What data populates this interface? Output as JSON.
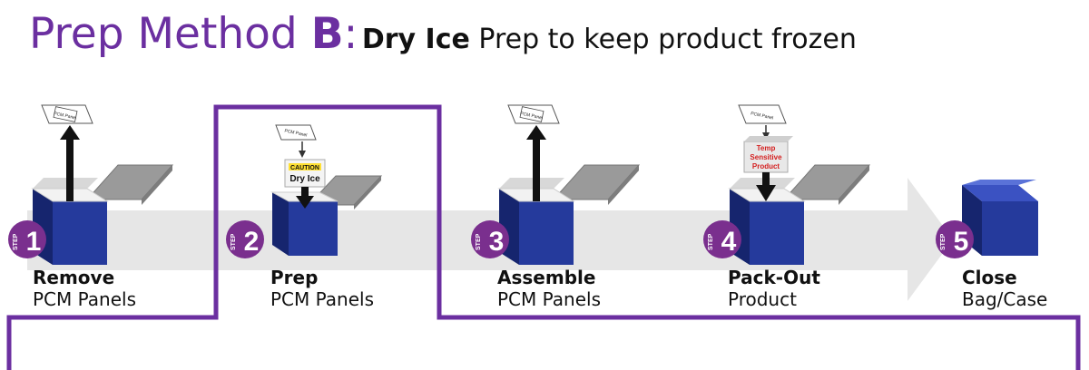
{
  "title": {
    "prefix": "Prep Method ",
    "letter": "B",
    "colon": ":",
    "bold": "Dry Ice",
    "rest": " Prep to keep product frozen"
  },
  "badge_word": "STEP",
  "panel_label": "PCM Panel",
  "caution": {
    "line1": "CAUTION",
    "line2": "Dry Ice"
  },
  "product_tag": {
    "line1": "Temp",
    "line2": "Sensitive",
    "line3": "Product"
  },
  "steps": [
    {
      "number": "1",
      "bold": "Remove",
      "sub": "PCM Panels"
    },
    {
      "number": "2",
      "bold": "Prep",
      "sub": "PCM Panels"
    },
    {
      "number": "3",
      "bold": "Assemble",
      "sub": "PCM Panels"
    },
    {
      "number": "4",
      "bold": "Pack-Out",
      "sub": "Product"
    },
    {
      "number": "5",
      "bold": "Close",
      "sub": "Bag/Case"
    }
  ],
  "colors": {
    "purple": "#6b2fa0",
    "box_front": "#253a9c",
    "box_side": "#16256e",
    "lid": "#9a9a9a",
    "arrow_band": "#e6e6e6",
    "badge": "#7a2f8e",
    "caution_yellow": "#ffe033",
    "product_red": "#d42020"
  }
}
